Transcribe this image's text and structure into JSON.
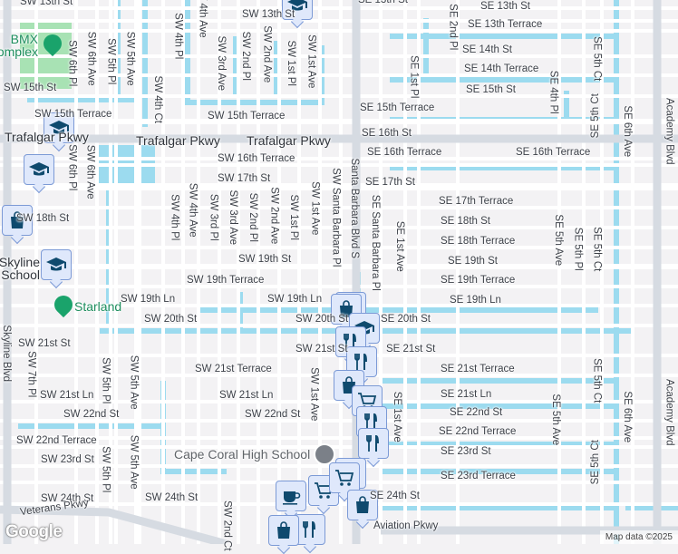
{
  "colors": {
    "land": "#f3f2f4",
    "water": "#9cdbef",
    "road": "#ffffff",
    "arterial": "#d6dbe2",
    "park": "#a8e2b4",
    "marker_bg": "#dfe8fb",
    "marker_icon": "#0f4a6e"
  },
  "street_labels": [
    "SW 13th St",
    "SW 13th St",
    "SE 13th St",
    "SE 13th St",
    "SE 13th Terrace",
    "SE 14th St",
    "SE 14th Terrace",
    "SE 15th St",
    "SW 15th St",
    "SW 15th Terrace",
    "SW 15th Terrace",
    "SE 15th Terrace",
    "Trafalgar Pkwy",
    "Trafalgar Pkwy",
    "Trafalgar Pkwy",
    "SE 16th St",
    "SW 16th Terrace",
    "SE 16th Terrace",
    "SE 16th Terrace",
    "SW 17th St",
    "SE 17th St",
    "SE 17th Terrace",
    "SW 18th St",
    "SE 18th St",
    "SE 18th Terrace",
    "SW 19th St",
    "SE 19th St",
    "SW 19th Terrace",
    "SE 19th Terrace",
    "SW 19th Ln",
    "SW 19th Ln",
    "SE 19th Ln",
    "SW 20th St",
    "SW 20th St",
    "SE 20th St",
    "SW 21st St",
    "SW 21st St",
    "SE 21st St",
    "SW 21st Terrace",
    "SE 21st Terrace",
    "SW 21st Ln",
    "SW 21st Ln",
    "SE 21st Ln",
    "SW 22nd St",
    "SW 22nd St",
    "SE 22nd St",
    "SE 22nd Terrace",
    "SW 22nd Terrace",
    "SW 23rd St",
    "SE 23rd St",
    "SE 23rd Terrace",
    "SW 24th St",
    "SW 24th St",
    "SE 24th St",
    "Veterans Pkwy",
    "Aviation Pkwy",
    "SW 4th Ave",
    "SW 4th Pl",
    "SW 6th Ave",
    "SW 5th Pl",
    "SW 5th Ave",
    "SW 6th Pl",
    "SW 3rd Ave",
    "SW 2nd Pl",
    "SW 2nd Ave",
    "SW 1st Pl",
    "SW 1st Ave",
    "SW 4th Ct",
    "SW Santa Barbara Pl",
    "Santa Barbara Blvd S",
    "SE 2nd Pl",
    "SE 1st Pl",
    "SE 4th Pl",
    "SE 5th Ct",
    "SE 5th Ct",
    "SE 6th Ave",
    "Academy Blvd",
    "SW 6th Pl",
    "SW 6th Ave",
    "SW 4th Pl",
    "SW 4th Ave",
    "SW 3rd Pl",
    "SW 3rd Ave",
    "SW 2nd Pl",
    "SW 2nd Ave",
    "SW 1st Pl",
    "SW 1st Ave",
    "SE Santa Barbara Pl",
    "SE 1st Ave",
    "SE 5th Pl",
    "SE 5th Ave",
    "SE 5th Ct",
    "Skyline Blvd",
    "SW 7th Pl",
    "SW 5th Pl",
    "SW 5th Ave",
    "SW 5th Pl",
    "SW 5th Ave",
    "SW 1st Ave",
    "SE 1st Ave",
    "SE 5th Ct",
    "SE 5th Ave",
    "SE 5th Ct",
    "SE 6th Ave",
    "Academy Blvd",
    "SW 2nd Ct"
  ],
  "places": {
    "bmx": "BMX\nComplex",
    "skyline_school": "Skyline\nSchool",
    "starland": "Starland",
    "high_school": "Cape Coral High School"
  },
  "markers": [
    {
      "icon": "school-icon"
    },
    {
      "icon": "school-icon"
    },
    {
      "icon": "school-icon"
    },
    {
      "icon": "shopping-bag-icon"
    },
    {
      "icon": "school-icon"
    },
    {
      "icon": "school-icon"
    },
    {
      "icon": "shopping-bag-icon"
    },
    {
      "icon": "school-icon"
    },
    {
      "icon": "restaurant-icon"
    },
    {
      "icon": "restaurant-icon"
    },
    {
      "icon": "shopping-bag-icon"
    },
    {
      "icon": "cart-icon"
    },
    {
      "icon": "restaurant-icon"
    },
    {
      "icon": "restaurant-icon"
    },
    {
      "icon": "cart-icon"
    },
    {
      "icon": "cart-icon"
    },
    {
      "icon": "coffee-icon"
    },
    {
      "icon": "cart-icon"
    },
    {
      "icon": "shopping-bag-icon"
    },
    {
      "icon": "restaurant-icon"
    },
    {
      "icon": "shopping-bag-icon"
    }
  ],
  "attribution": {
    "logo": "Google",
    "map_data": "Map data ©2025"
  }
}
